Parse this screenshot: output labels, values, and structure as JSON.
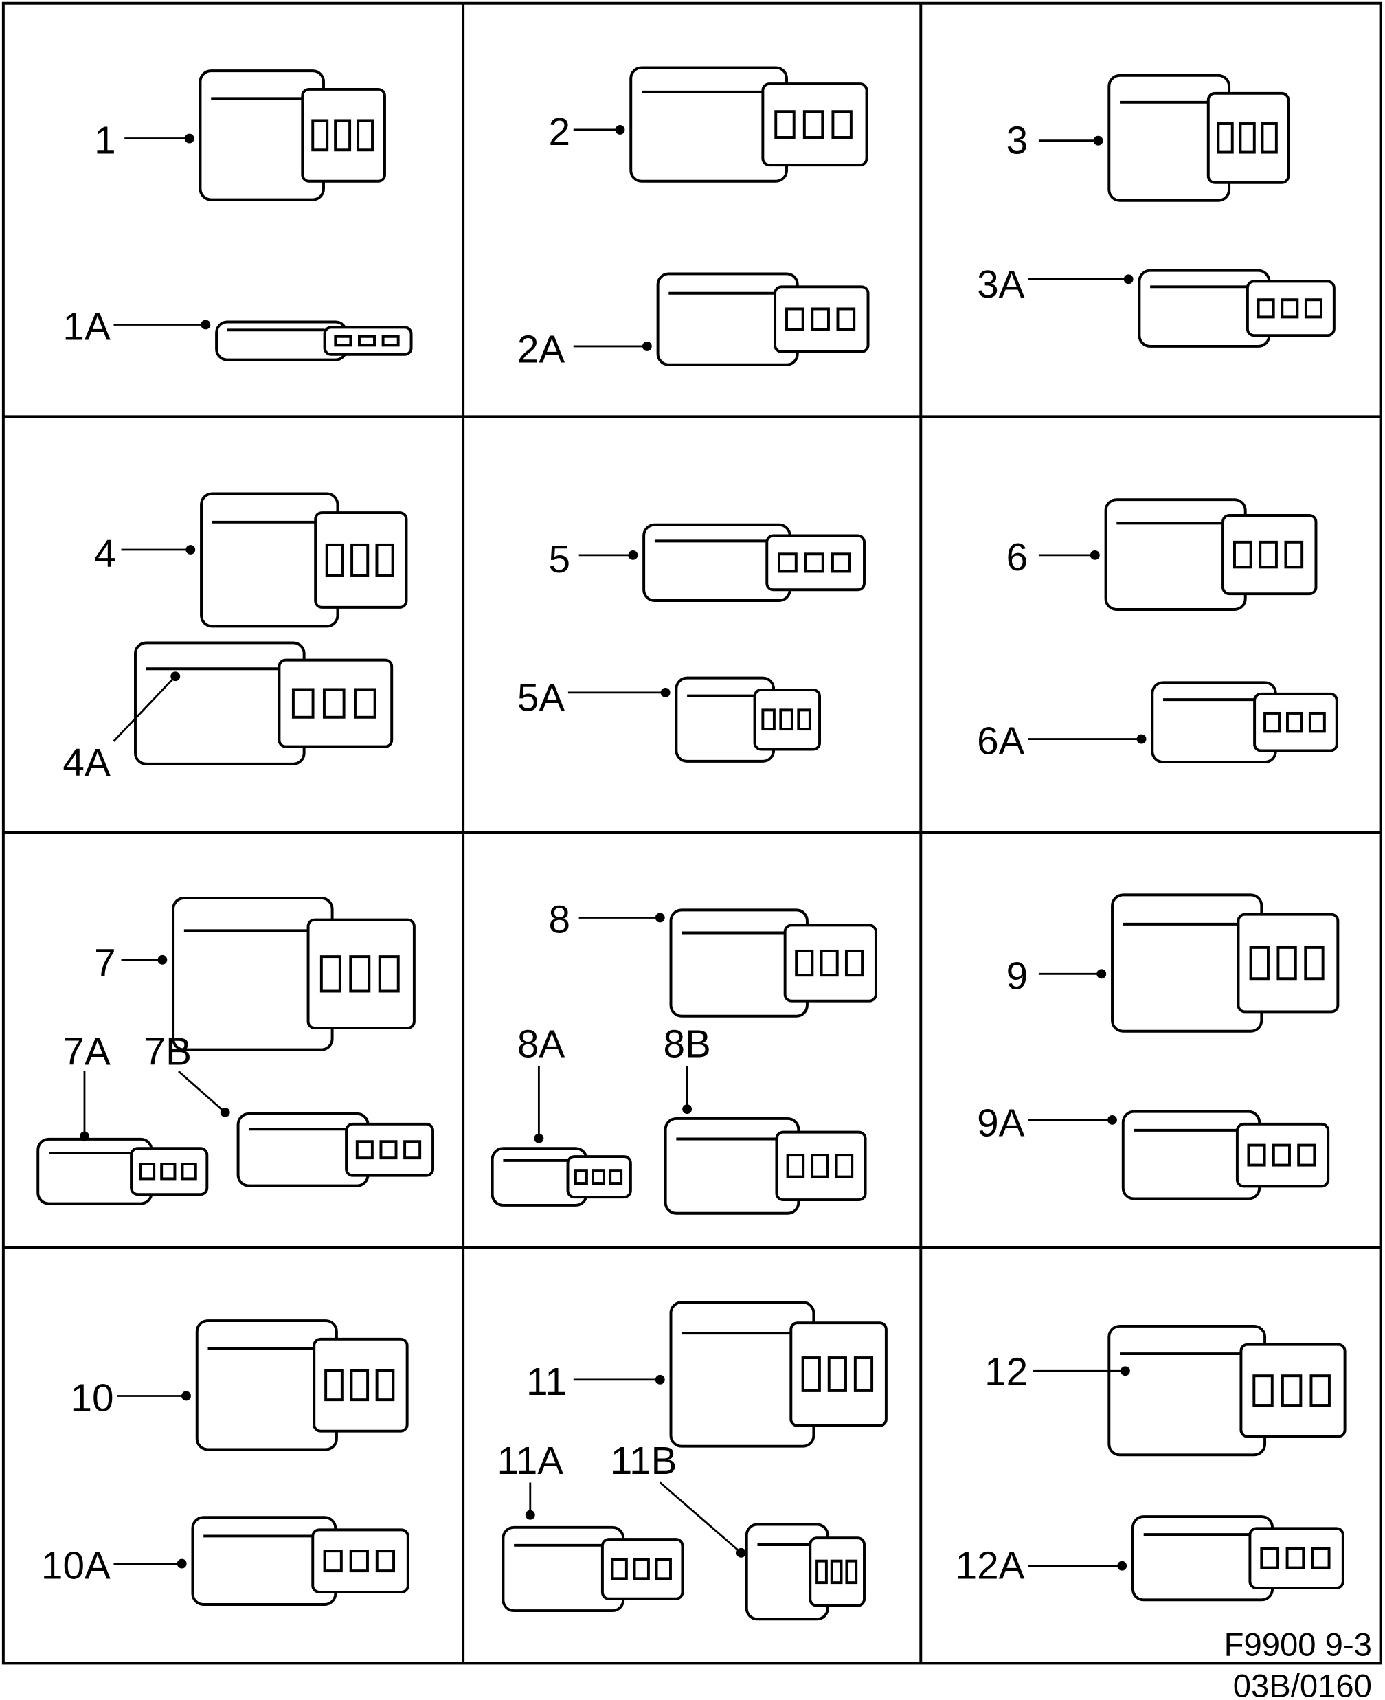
{
  "labels": [
    "1",
    "1A",
    "2",
    "2A",
    "3",
    "3A",
    "4",
    "4A",
    "5",
    "5A",
    "6",
    "6A",
    "7",
    "7A",
    "7B",
    "8",
    "8A",
    "8B",
    "9",
    "9A",
    "10",
    "10A",
    "11",
    "11A",
    "11B",
    "12",
    "12A"
  ],
  "footer": {
    "figure_code": "F9900 9-3",
    "reference": "03B/0160"
  },
  "colors": {
    "line": "#000000",
    "background": "#ffffff"
  }
}
